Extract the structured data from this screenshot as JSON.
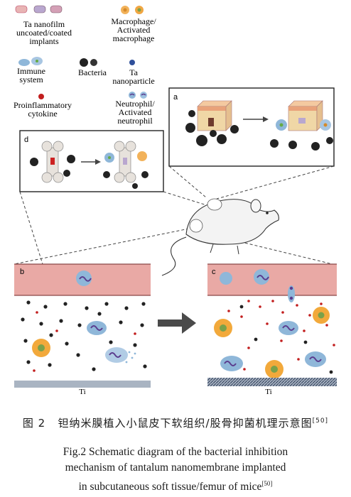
{
  "legend": {
    "implants": "Ta nanofilm\nuncoated/coated\nimplants",
    "macrophage": "Macrophage/\nActivated\nmacrophage",
    "immune": "Immune\nsystem",
    "bacteria": "Bacteria",
    "nanoparticle": "Ta\nnanoparticle",
    "cytokine": "Proinflammatory\ncytokine",
    "neutrophil": "Neutrophil/\nActivated\nneutrophil"
  },
  "panels": {
    "a": "a",
    "b": "b",
    "c": "c",
    "d": "d"
  },
  "substrate": {
    "b": "Ti",
    "c": "Ti"
  },
  "caption": {
    "cn_label": "图 2",
    "cn_text": "钽纳米膜植入小鼠皮下软组织/股骨抑菌机理示意图",
    "cn_ref": "[50]",
    "en_label": "Fig.2",
    "en_line1": "Schematic diagram of the bacterial inhibition",
    "en_line2": "mechanism of tantalum nanomembrane implanted",
    "en_line3": "in subcutaneous soft tissue/femur of mice",
    "en_ref": "[50]"
  },
  "colors": {
    "vessel": "#e9a9a5",
    "bacteria": "#222222",
    "cytokine": "#c21e1e",
    "macrophage": "#f2a93b",
    "neutrophil": "#7aaad6",
    "immune": "#8fb7d9",
    "ti_plate": "#a9b4c2"
  }
}
